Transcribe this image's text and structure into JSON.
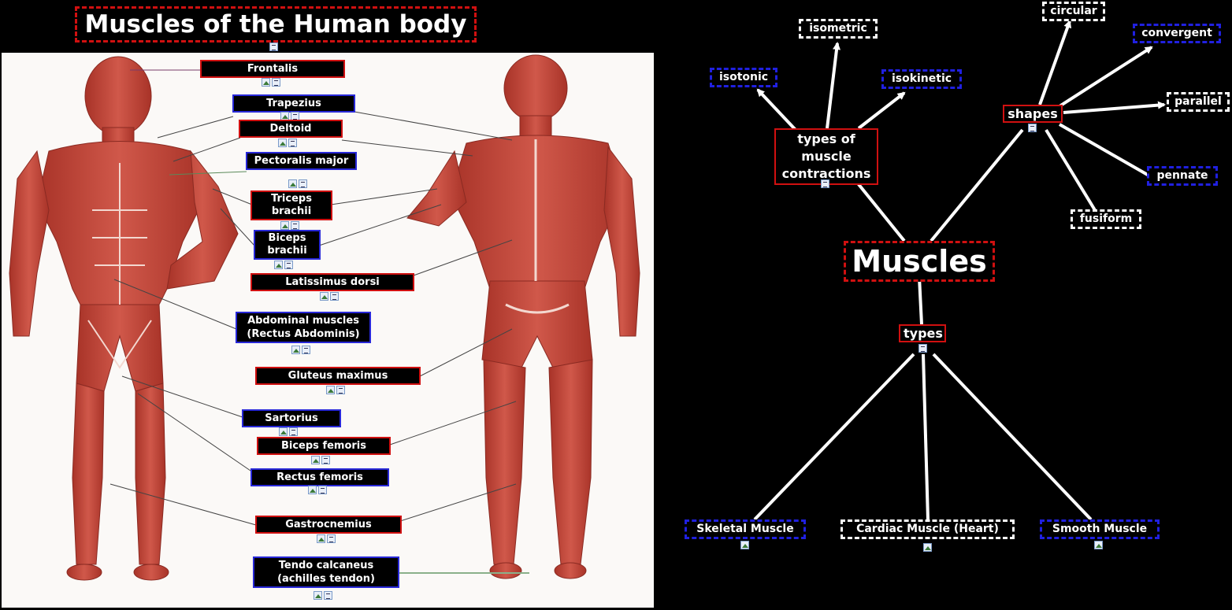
{
  "title": "Muscles of the Human body",
  "body_labels": {
    "frontalis": "Frontalis",
    "trapezius": "Trapezius",
    "deltoid": "Deltoid",
    "pectoralis": "Pectoralis major",
    "triceps": "Triceps brachii",
    "biceps": "Biceps brachii",
    "latissimus": "Latissimus dorsi",
    "abdominal": "Abdominal muscles (Rectus Abdominis)",
    "gluteus": "Gluteus maximus",
    "sartorius": "Sartorius",
    "biceps_femoris": "Biceps femoris",
    "rectus_femoris": "Rectus femoris",
    "gastrocnemius": "Gastrocnemius",
    "tendo": "Tendo calcaneus (achilles tendon)"
  },
  "concept_map": {
    "center": "Muscles",
    "types": "types",
    "contractions": "types of muscle contractions",
    "isometric": "isometric",
    "isotonic": "isotonic",
    "isokinetic": "isokinetic",
    "shapes": "shapes",
    "circular": "circular",
    "convergent": "convergent",
    "parallel": "parallel",
    "pennate": "pennate",
    "fusiform": "fusiform",
    "skeletal": "Skeletal Muscle",
    "cardiac": "Cardiac Muscle (Heart)",
    "smooth": "Smooth Muscle"
  },
  "colors": {
    "red_border": "#d01010",
    "blue_border": "#2828d8",
    "line": "#ffffff",
    "muscle": "#c2473c"
  }
}
